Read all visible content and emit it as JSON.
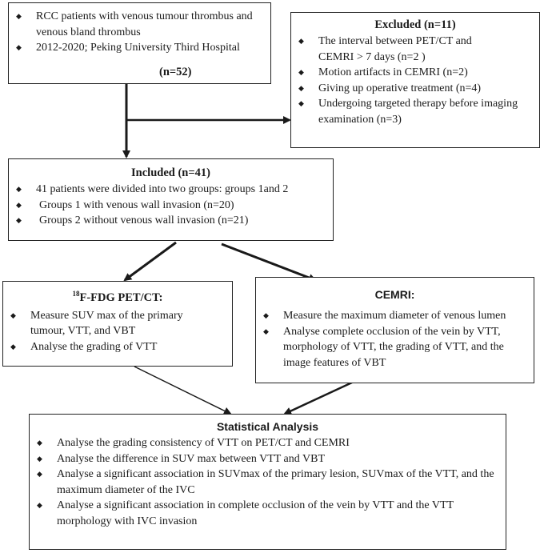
{
  "boxes": {
    "source": {
      "items": [
        "RCC patients with venous tumour thrombus and venous bland thrombus",
        "2012-2020; Peking University Third Hospital"
      ],
      "count": "(n=52)"
    },
    "excluded": {
      "title": "Excluded (n=11)",
      "items": [
        "The interval between PET/CT and CEMRI > 7 days (n=2 )",
        "Motion artifacts in CEMRI (n=2)",
        "Giving up operative treatment (n=4)",
        "Undergoing targeted therapy before imaging examination (n=3)"
      ]
    },
    "included": {
      "title": "Included (n=41)",
      "items": [
        "41 patients were divided into two groups: groups 1and 2",
        "Groups 1 with venous wall invasion (n=20)",
        "Groups 2 without venous wall invasion (n=21)"
      ]
    },
    "pet": {
      "title_sup": "18",
      "title_rest": "F-FDG PET/CT:",
      "items": [
        "Measure SUV max of the primary tumour, VTT, and VBT",
        "Analyse the grading of VTT"
      ]
    },
    "cemri": {
      "title": "CEMRI:",
      "items": [
        "Measure the maximum diameter of venous lumen",
        "Analyse complete occlusion of the vein by VTT, morphology of VTT, the grading of VTT, and the image features of VBT"
      ]
    },
    "stats": {
      "title": "Statistical Analysis",
      "items": [
        "Analyse the grading consistency of VTT on PET/CT and CEMRI",
        "Analyse the difference in SUV max between VTT and VBT",
        "Analyse a significant association in SUVmax of the primary lesion, SUVmax of the VTT, and the maximum diameter of the IVC",
        "Analyse a significant association in complete occlusion of the vein by VTT and the VTT morphology with IVC invasion"
      ]
    }
  },
  "colors": {
    "line": "#1a1a1a",
    "text": "#1a1a1a"
  }
}
